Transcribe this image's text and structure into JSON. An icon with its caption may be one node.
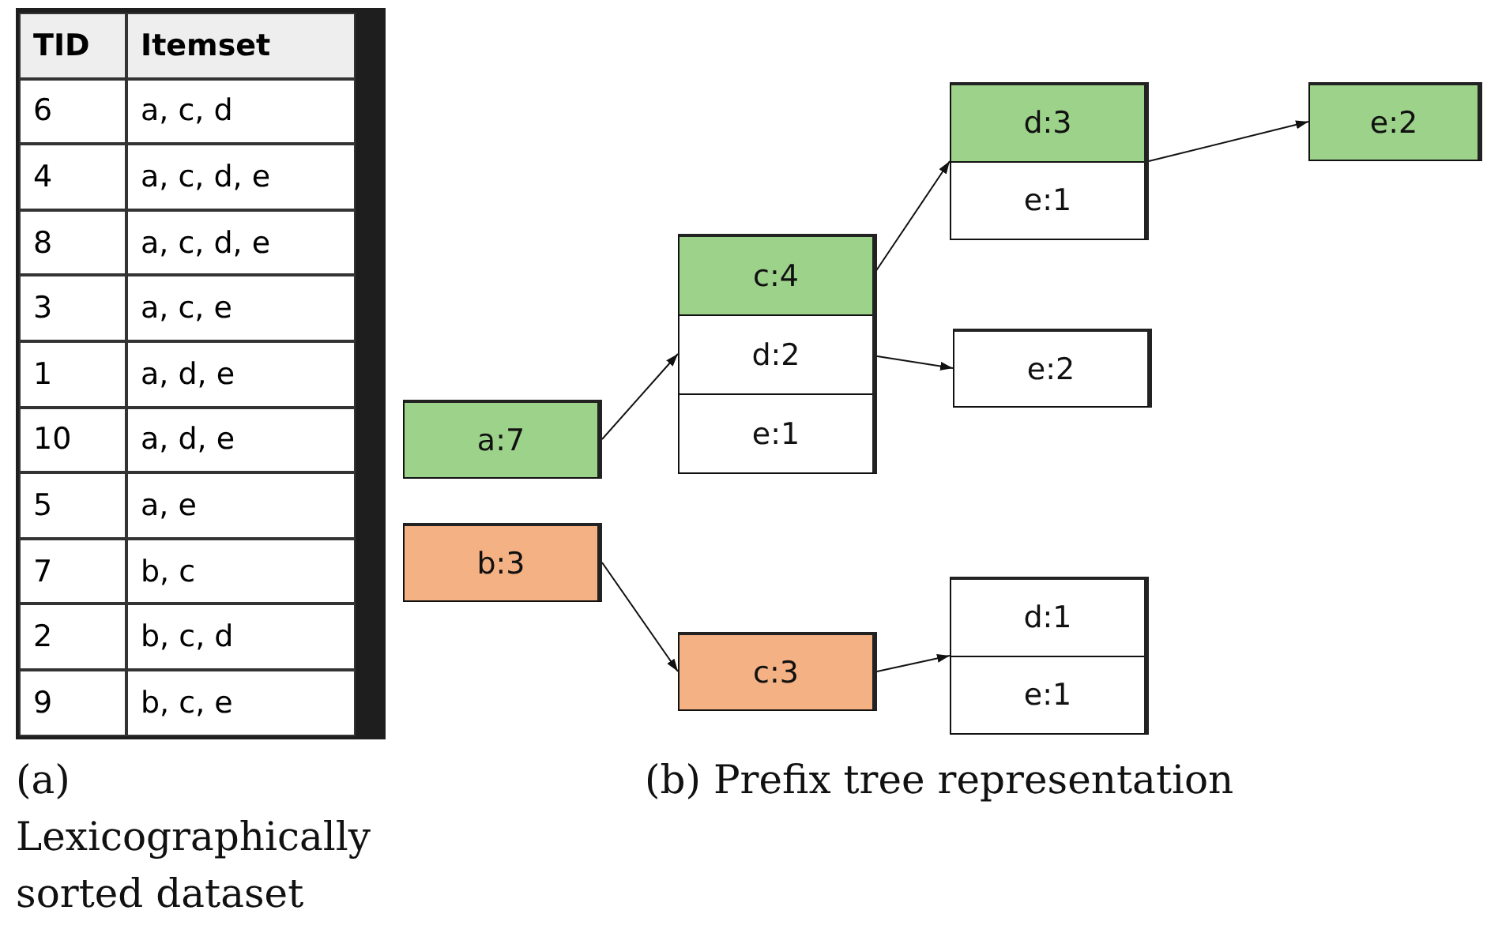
{
  "diagram": {
    "nodes": [
      {
        "text": [
          "a:7"
        ]
      },
      {
        "text": [
          "b:3"
        ]
      },
      {
        "text": [],
        "shape": "box"
      },
      {
        "text": [
          "c:4"
        ],
        "in": 2
      },
      {
        "text": [
          "d:2"
        ],
        "in": 2
      },
      {
        "text": [
          "e:1"
        ],
        "in": 2
      },
      {
        "text": [],
        "shape": "box"
      },
      {
        "text": [
          "d:3"
        ],
        "in": 6
      },
      {
        "text": [
          "e:1"
        ],
        "in": 6
      },
      {
        "text": [
          "e:2"
        ]
      },
      {
        "text": [
          "e:2"
        ]
      },
      {
        "text": [
          "c:3"
        ]
      },
      {
        "text": [],
        "shape": "box"
      },
      {
        "text": [
          "d:1"
        ],
        "in": 12
      },
      {
        "text": [
          "e:1"
        ],
        "in": 12
      }
    ],
    "edges": [
      {
        "from": 0,
        "to": 2,
        "arrow": "to"
      },
      {
        "from": 3,
        "to": 6,
        "arrow": "to"
      },
      {
        "from": 4,
        "to": 10,
        "arrow": "to"
      },
      {
        "from": 6,
        "to": 9,
        "arrow": "to"
      },
      {
        "from": 1,
        "to": 11,
        "arrow": "to"
      },
      {
        "from": 11,
        "to": 12,
        "arrow": "to"
      }
    ],
    "labels": [
      "TID",
      "Itemset",
      "6",
      "a, c, d",
      "4",
      "a, c, d, e",
      "8",
      "a, c, d, e",
      "3",
      "a, c, e",
      "1",
      "a, d, e",
      "10",
      "a, d, e",
      "5",
      "a, e",
      "7",
      "b, c",
      "2",
      "b, c, d",
      "9",
      "b, c, e",
      "(a) Lexicographically sorted dataset",
      "(b) Prefix tree representation"
    ]
  }
}
